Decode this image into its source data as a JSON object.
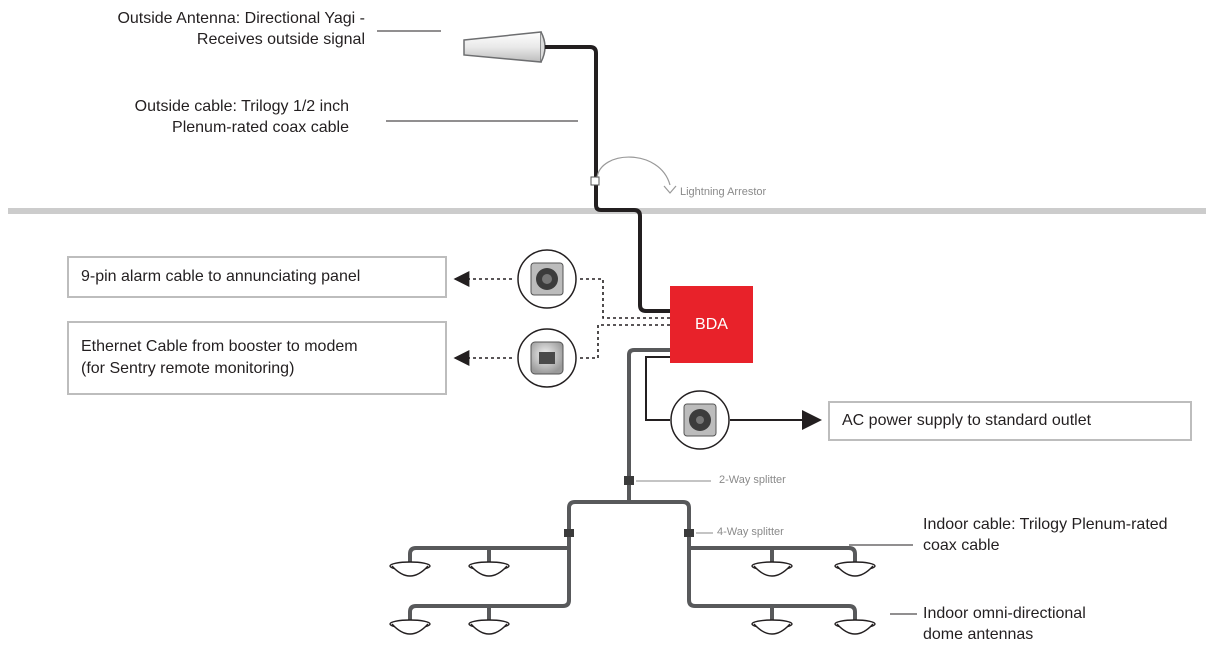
{
  "labels": {
    "outside_antenna_line1": "Outside Antenna: Directional Yagi -",
    "outside_antenna_line2": "Receives outside signal",
    "outside_cable_line1": "Outside cable: Trilogy 1/2 inch",
    "outside_cable_line2": "Plenum-rated coax cable",
    "lightning_arrestor": "Lightning Arrestor",
    "alarm_cable": "9-pin alarm cable to annunciating panel",
    "ethernet_line1": "Ethernet Cable from booster to modem",
    "ethernet_line2": "(for Sentry remote monitoring)",
    "bda": "BDA",
    "ac_power": "AC power supply to standard outlet",
    "two_way_splitter": "2-Way splitter",
    "four_way_splitter": "4-Way splitter",
    "indoor_cable_line1": "Indoor cable: Trilogy Plenum-rated",
    "indoor_cable_line2": "coax cable",
    "indoor_antennas_line1": "Indoor omni-directional",
    "indoor_antennas_line2": "dome antennas"
  },
  "colors": {
    "bda": "#e8222a",
    "cable": "#58595b",
    "box_border": "#bdbdbd",
    "wall": "#cccccc"
  }
}
